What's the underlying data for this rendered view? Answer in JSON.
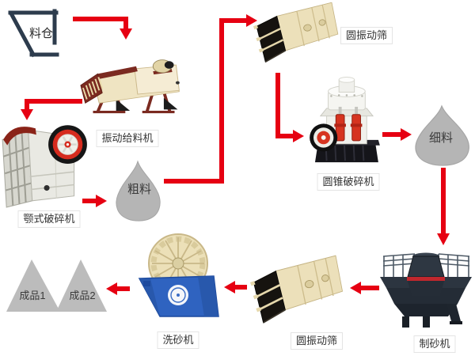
{
  "diagram": {
    "background": "#ffffff",
    "kind": "sand-and-stone-crushing-process-flow"
  },
  "nodes": {
    "hopper": {
      "label": "料仓"
    },
    "feeder": {
      "label": "振动给料机"
    },
    "jaw_crusher": {
      "label": "颚式破碎机"
    },
    "coarse_pile": {
      "label": "粗料"
    },
    "screen_top": {
      "label": "圆振动筛"
    },
    "cone_crusher": {
      "label": "圆锥破碎机"
    },
    "fine_pile": {
      "label": "细料"
    },
    "sand_maker": {
      "label": "制砂机"
    },
    "screen_bottom": {
      "label": "圆振动筛"
    },
    "sand_washer": {
      "label": "洗砂机"
    },
    "product_1": {
      "label": "成品1"
    },
    "product_2": {
      "label": "成品2"
    }
  },
  "flow": [
    {
      "from": "hopper",
      "to": "feeder"
    },
    {
      "from": "feeder",
      "to": "jaw_crusher"
    },
    {
      "from": "jaw_crusher",
      "to": "coarse_pile"
    },
    {
      "from": "coarse_pile",
      "to": "screen_top"
    },
    {
      "from": "screen_top",
      "to": "cone_crusher"
    },
    {
      "from": "cone_crusher",
      "to": "fine_pile"
    },
    {
      "from": "fine_pile",
      "to": "sand_maker"
    },
    {
      "from": "sand_maker",
      "to": "screen_bottom"
    },
    {
      "from": "screen_bottom",
      "to": "sand_washer"
    },
    {
      "from": "sand_washer",
      "to": "product_2"
    }
  ],
  "colors": {
    "arrow_red": "#e60012",
    "pile_gray": "#b5b5b5",
    "product_gray": "#bcbcbc",
    "hopper_outline": "#2d3c4d",
    "screen_beige": "#ece0ba",
    "washer_blue": "#2f63c0",
    "crusher_red": "#d63420",
    "feeder_red": "#7b2a20",
    "sand_maker_dark": "#262e38"
  }
}
